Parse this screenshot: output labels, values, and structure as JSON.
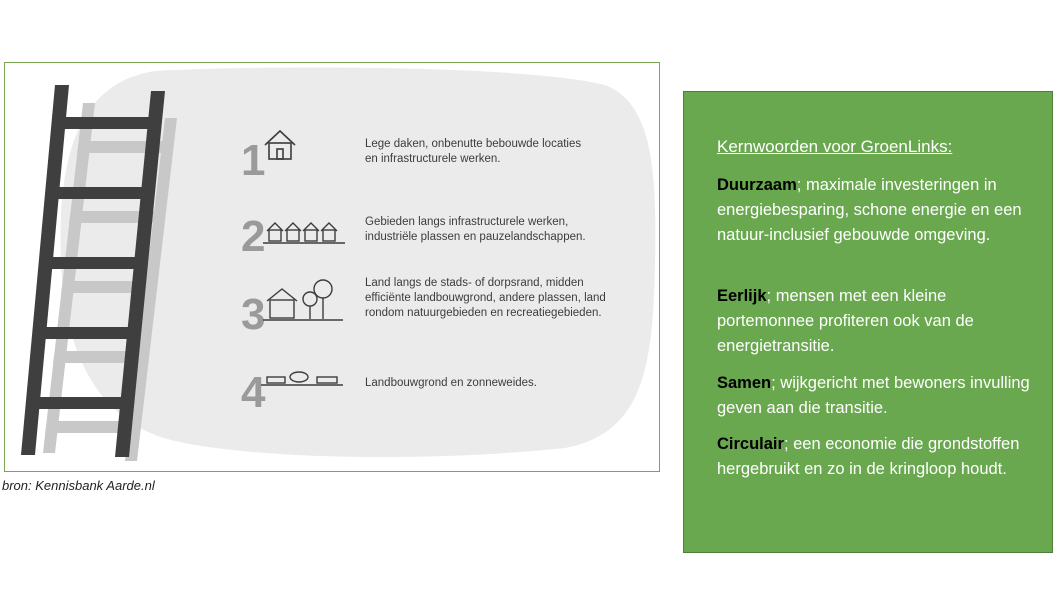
{
  "figure": {
    "steps": [
      {
        "number": "1",
        "text": "Lege daken, onbenutte bebouwde locaties en infrastructurele werken."
      },
      {
        "number": "2",
        "text": "Gebieden langs infrastructurele werken, industriële plassen en pauzelandschappen."
      },
      {
        "number": "3",
        "text": "Land langs de stads- of dorpsrand, midden efficiënte landbouwgrond, andere plassen, land rondom natuurgebieden en recreatiegebieden."
      },
      {
        "number": "4",
        "text": "Landbouwgrond en zonneweides."
      }
    ],
    "source": "bron: Kennisbank Aarde.nl"
  },
  "panel": {
    "title": "Kernwoorden voor GroenLinks:",
    "keywords": [
      {
        "term": "Duurzaam",
        "text": "; maximale investeringen in energiebesparing, schone energie en een natuur-inclusief gebouwde omgeving."
      },
      {
        "term": "Eerlijk",
        "text": "; mensen met een kleine portemonnee profiteren ook van de energietransitie."
      },
      {
        "term": "Samen",
        "text": "; wijkgericht met bewoners invulling geven aan die transitie."
      },
      {
        "term": "Circulair",
        "text": "; een economie die grondstoffen hergebruikt en zo in de kringloop houdt."
      }
    ]
  },
  "colors": {
    "panel_bg": "#6aa84f",
    "frame_border": "#7aa652",
    "ladder": "#3f3f3f",
    "ladder_shadow": "#c8c8c8",
    "blob": "#ebebeb",
    "numbers": "#9a9a9a"
  }
}
